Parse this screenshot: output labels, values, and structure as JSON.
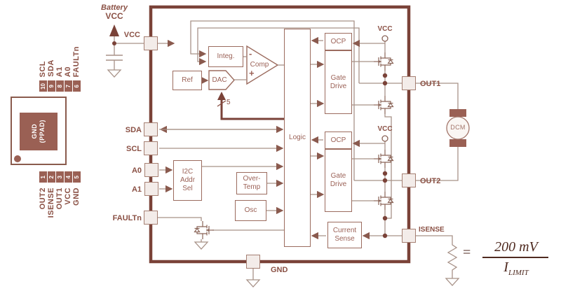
{
  "colors": {
    "border": "#7a4238",
    "brown": "#9a6054",
    "wire": "#a89288",
    "text": "#8a5044",
    "formula": "#4f2a20"
  },
  "package": {
    "top_pins": [
      {
        "num": "10",
        "label": "SCL"
      },
      {
        "num": "9",
        "label": "SDA"
      },
      {
        "num": "8",
        "label": "A1"
      },
      {
        "num": "7",
        "label": "A0"
      },
      {
        "num": "6",
        "label": "FAULTn"
      }
    ],
    "bottom_pins": [
      {
        "num": "1",
        "label": "OUT2"
      },
      {
        "num": "2",
        "label": "ISENSE"
      },
      {
        "num": "3",
        "label": "OUT1"
      },
      {
        "num": "4",
        "label": "VCC"
      },
      {
        "num": "5",
        "label": "GND"
      }
    ],
    "pad_label": "GND\n(PPAD)"
  },
  "external": {
    "battery": "Battery",
    "battery_vcc": "VCC",
    "vcc_net": "VCC",
    "gnd_net": "GND",
    "motor": "DCM",
    "formula": {
      "equals": "=",
      "numerator": "200 mV",
      "denominator_base": "I",
      "denominator_sub": "LIMIT"
    }
  },
  "chip": {
    "pins": {
      "sda": "SDA",
      "scl": "SCL",
      "a0": "A0",
      "a1": "A1",
      "faultn": "FAULTn",
      "out1": "OUT1",
      "out2": "OUT2",
      "isense": "ISENSE",
      "gnd": "GND"
    },
    "blocks": {
      "integ": "Integ.",
      "comp": "Comp",
      "comp_minus": "-",
      "comp_plus": "+",
      "ref": "Ref",
      "dac": "DAC",
      "logic": "Logic",
      "ocp_top": "OCP",
      "gate_drive_top": "Gate\nDrive",
      "ocp_bottom": "OCP",
      "gate_drive_bottom": "Gate\nDrive",
      "i2c_addr": "I2C\nAddr\nSel",
      "over_temp": "Over-\nTemp",
      "osc": "Osc",
      "current_sense": "Current\nSense"
    },
    "labels": {
      "vcc_top": "VCC",
      "vcc_bottom": "VCC",
      "dac_bus_width": "5"
    }
  }
}
